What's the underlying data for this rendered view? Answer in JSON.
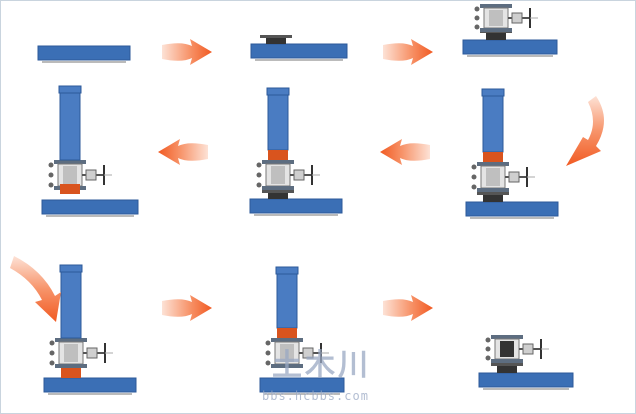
{
  "colors": {
    "plate": "#3b6fb5",
    "pipe": "#4a7cc2",
    "reducer_orange": "#d9541e",
    "arrow_orange": "#f15a22",
    "valve_grey": "#9a9a9a",
    "frame_border": "#c9d4de",
    "watermark": "#9aa9c4"
  },
  "diagram": {
    "description": "Nine-step process sequence: base plate, welding a nozzle, mounting a valve, attaching a tapping machine, cutting, retracting the cutter, closing the valve, removing the machine, final assembly",
    "steps": [
      {
        "id": 1,
        "stage": "plate"
      },
      {
        "id": 2,
        "stage": "nozzle"
      },
      {
        "id": 3,
        "stage": "valve"
      },
      {
        "id": 4,
        "stage": "machine"
      },
      {
        "id": 5,
        "stage": "machine-cutting"
      },
      {
        "id": 6,
        "stage": "machine-retracted"
      },
      {
        "id": 7,
        "stage": "machine-closed"
      },
      {
        "id": 8,
        "stage": "machine-removing"
      },
      {
        "id": 9,
        "stage": "final"
      }
    ],
    "arrows": [
      "right",
      "right",
      "curve-down",
      "left",
      "left",
      "curve-down",
      "right",
      "right"
    ]
  },
  "watermark": {
    "mark": "土木川",
    "url": "bbs.hcbbs.com"
  }
}
